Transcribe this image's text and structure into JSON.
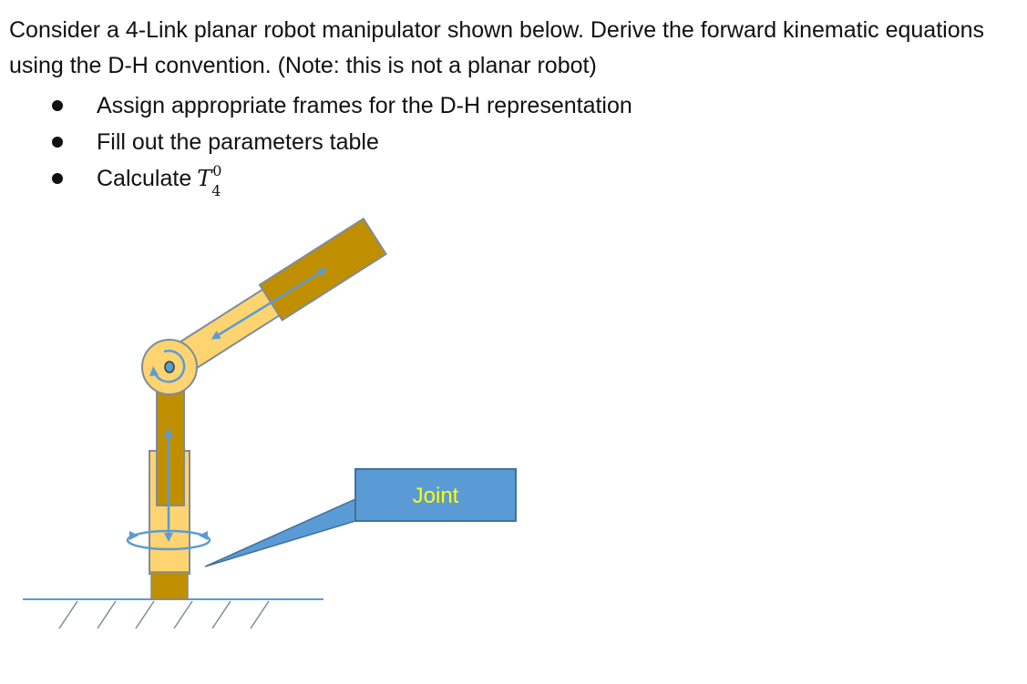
{
  "question": {
    "intro": "Consider a 4-Link planar robot manipulator shown below. Derive the forward kinematic equations using the D-H convention. (Note: this is not a planar robot)",
    "bullets": [
      "Assign appropriate frames for the D-H representation",
      "Fill out the parameters table",
      "Calculate"
    ],
    "transform_symbol": "T",
    "transform_superscript": "0",
    "transform_subscript": "4"
  },
  "diagram": {
    "callout_label": "Joint",
    "colors": {
      "light_link": "#fdd46f",
      "dark_link": "#c08f00",
      "link_outline": "#7f8b99",
      "arrow": "#5b9bd5",
      "callout_fill": "#5b9bd5",
      "callout_text": "#ffff00",
      "ground": "#5b9bd5"
    }
  }
}
